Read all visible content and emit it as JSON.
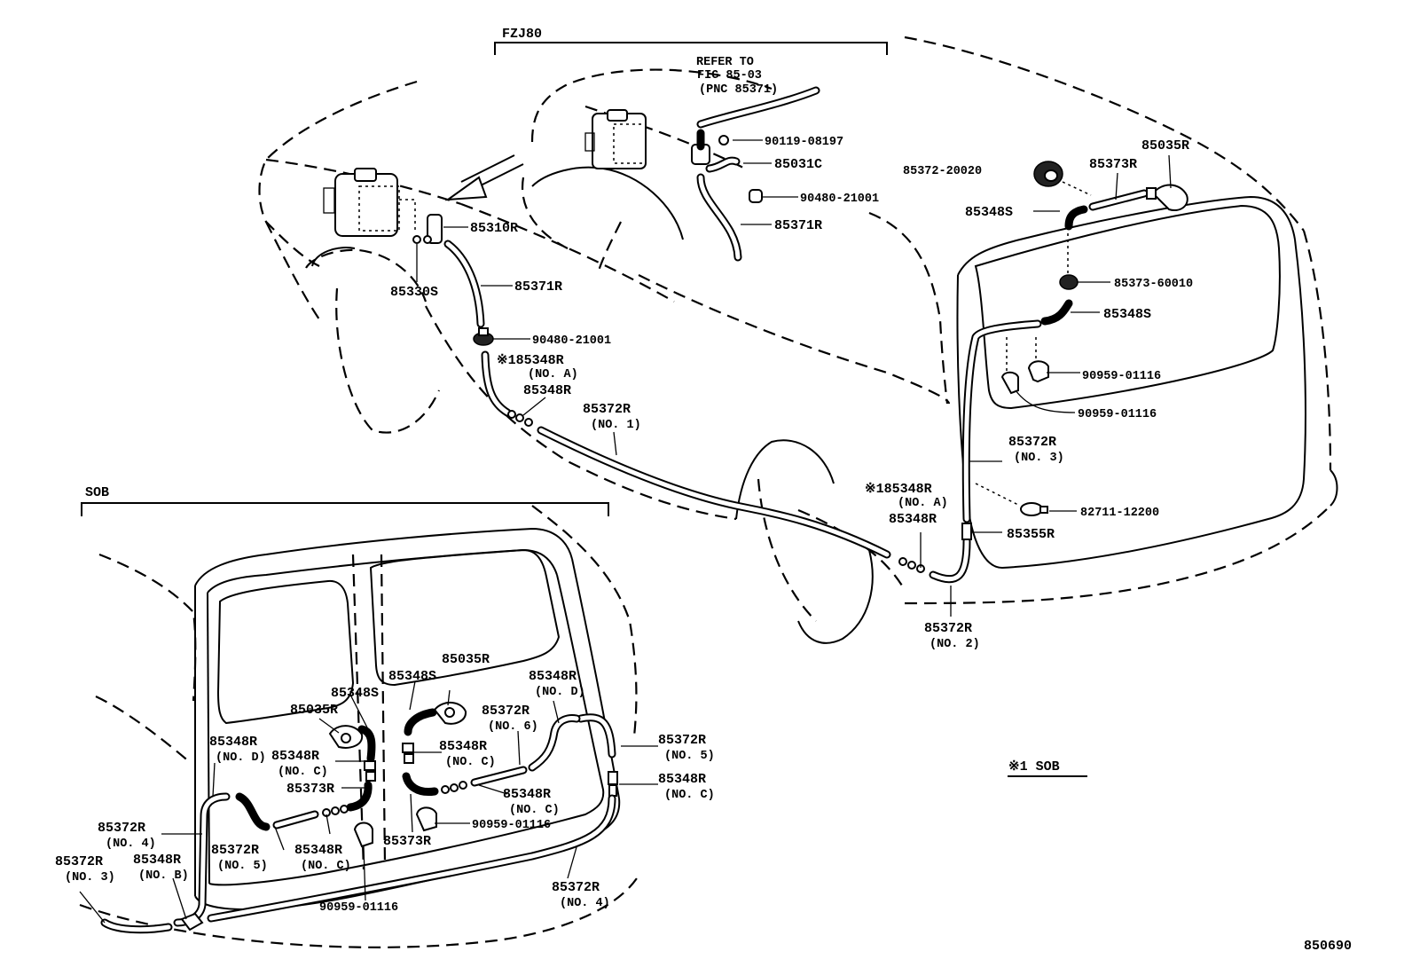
{
  "groups": {
    "main": "FZJ80",
    "sob": "SOB",
    "note": "※1  SOB"
  },
  "figure_number": "850690",
  "refer_note": [
    "REFER TO",
    "FIG 85-03",
    "(PNC 85371)"
  ],
  "labels": {
    "inset_90119_08197": "90119-08197",
    "inset_85031C": "85031C",
    "inset_90480_21001": "90480-21001",
    "inset_85371R": "85371R",
    "p85310R": "85310R",
    "p85330S": "85330S",
    "p85371R": "85371R",
    "p90480_21001": "90480-21001",
    "p185348R_a_front": "※185348R",
    "p185348R_a_front_sub": "(NO. A)",
    "p85348R_front": "85348R",
    "p85372R_no1": "85372R",
    "p85372R_no1_sub": "(NO. 1)",
    "p185348R_a_rear": "※185348R",
    "p185348R_a_rear_sub": "(NO. A)",
    "p85348R_rear": "85348R",
    "p85355R": "85355R",
    "p85372R_no2": "85372R",
    "p85372R_no2_sub": "(NO. 2)",
    "p85372R_no3": "85372R",
    "p85372R_no3_sub": "(NO. 3)",
    "p82711_12200": "82711-12200",
    "p85372_20020": "85372-20020",
    "p85373R_top": "85373R",
    "p85035R_top": "85035R",
    "p85348S_top": "85348S",
    "p85373_60010": "85373-60010",
    "p85348S_mid": "85348S",
    "p90959_01116_a": "90959-01116",
    "p90959_01116_b": "90959-01116",
    "s85035R_c": "85035R",
    "s85348S_c": "85348S",
    "s85348R_d_r": "85348R",
    "s85348R_d_r_sub": "(NO. D)",
    "s85348S_l": "85348S",
    "s85035R_l": "85035R",
    "s85372R_no6": "85372R",
    "s85372R_no6_sub": "(NO. 6)",
    "s85348R_d_l": "85348R",
    "s85348R_d_l_sub": "(NO. D)",
    "s85348R_c1": "85348R",
    "s85348R_c1_sub": "(NO. C)",
    "s85348R_c2": "85348R",
    "s85348R_c2_sub": "(NO. C)",
    "s85372R_no5_r": "85372R",
    "s85372R_no5_r_sub": "(NO. 5)",
    "s85348R_c_r": "85348R",
    "s85348R_c_r_sub": "(NO. C)",
    "s85373R_a": "85373R",
    "s85348R_c3": "85348R",
    "s85348R_c3_sub": "(NO. C)",
    "s90959_01116_c": "90959-01116",
    "s85373R_b": "85373R",
    "s85372R_no4_l": "85372R",
    "s85372R_no4_l_sub": "(NO. 4)",
    "s85372R_no5_l": "85372R",
    "s85372R_no5_l_sub": "(NO. 5)",
    "s85348R_c4": "85348R",
    "s85348R_c4_sub": "(NO. C)",
    "s85372R_no3": "85372R",
    "s85372R_no3_sub": "(NO. 3)",
    "s85348R_b": "85348R",
    "s85348R_b_sub": "(NO. B)",
    "s90959_01116_d": "90959-01116",
    "s85372R_no4_r": "85372R",
    "s85372R_no4_r_sub": "(NO. 4)"
  }
}
